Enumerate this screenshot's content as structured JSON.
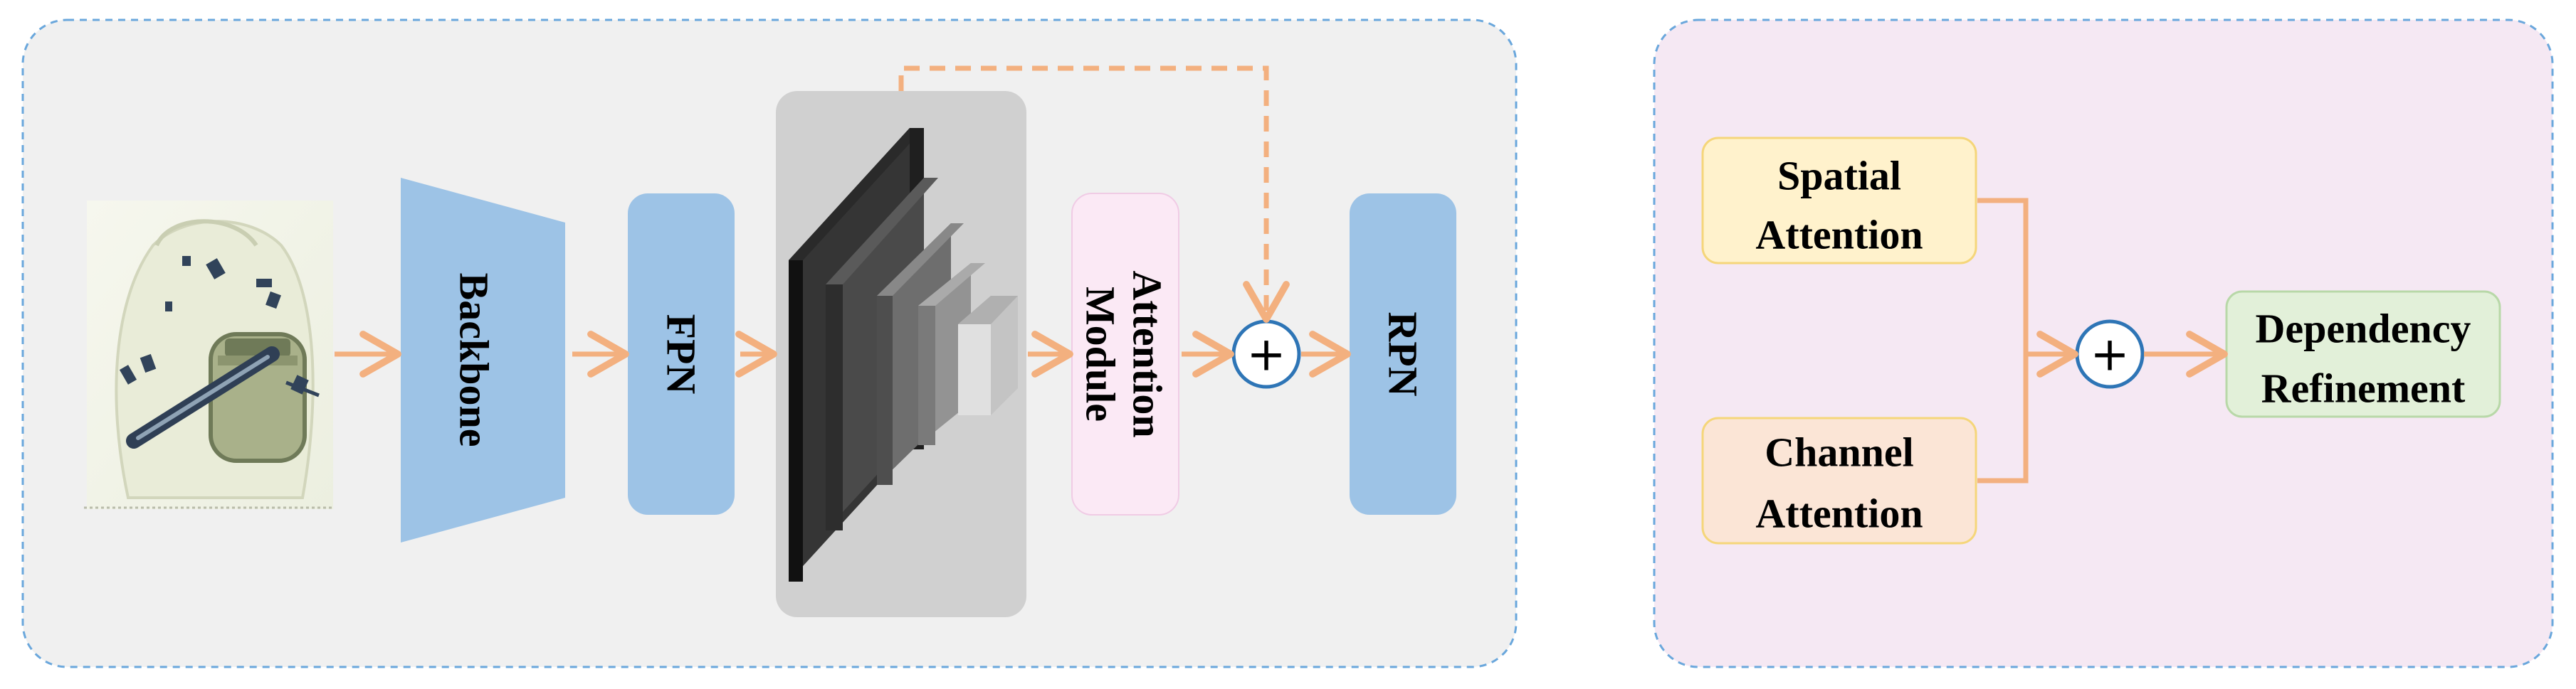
{
  "pipeline": {
    "backbone_label": "Backbone",
    "fpn_label": "FPN",
    "attention_module_line1": "Attention",
    "attention_module_line2": "Module",
    "plus_symbol": "+",
    "rpn_label": "RPN"
  },
  "attention_detail": {
    "spatial_line1": "Spatial",
    "spatial_line2": "Attention",
    "channel_line1": "Channel",
    "channel_line2": "Attention",
    "plus_symbol": "+",
    "dependency_line1": "Dependency",
    "dependency_line2": "Refinement"
  },
  "colors": {
    "arrow": "#f3b07f",
    "blue_block": "#9dc3e6",
    "panel_left": "#f0f0f0",
    "panel_right": "#f5e8f3",
    "attention_fill": "#fbe9f5",
    "spatial_fill": "#fff2cc",
    "channel_fill": "#fbe5d6",
    "dependency_fill": "#e2f0d9",
    "plus_circle": "#2e75b6"
  }
}
